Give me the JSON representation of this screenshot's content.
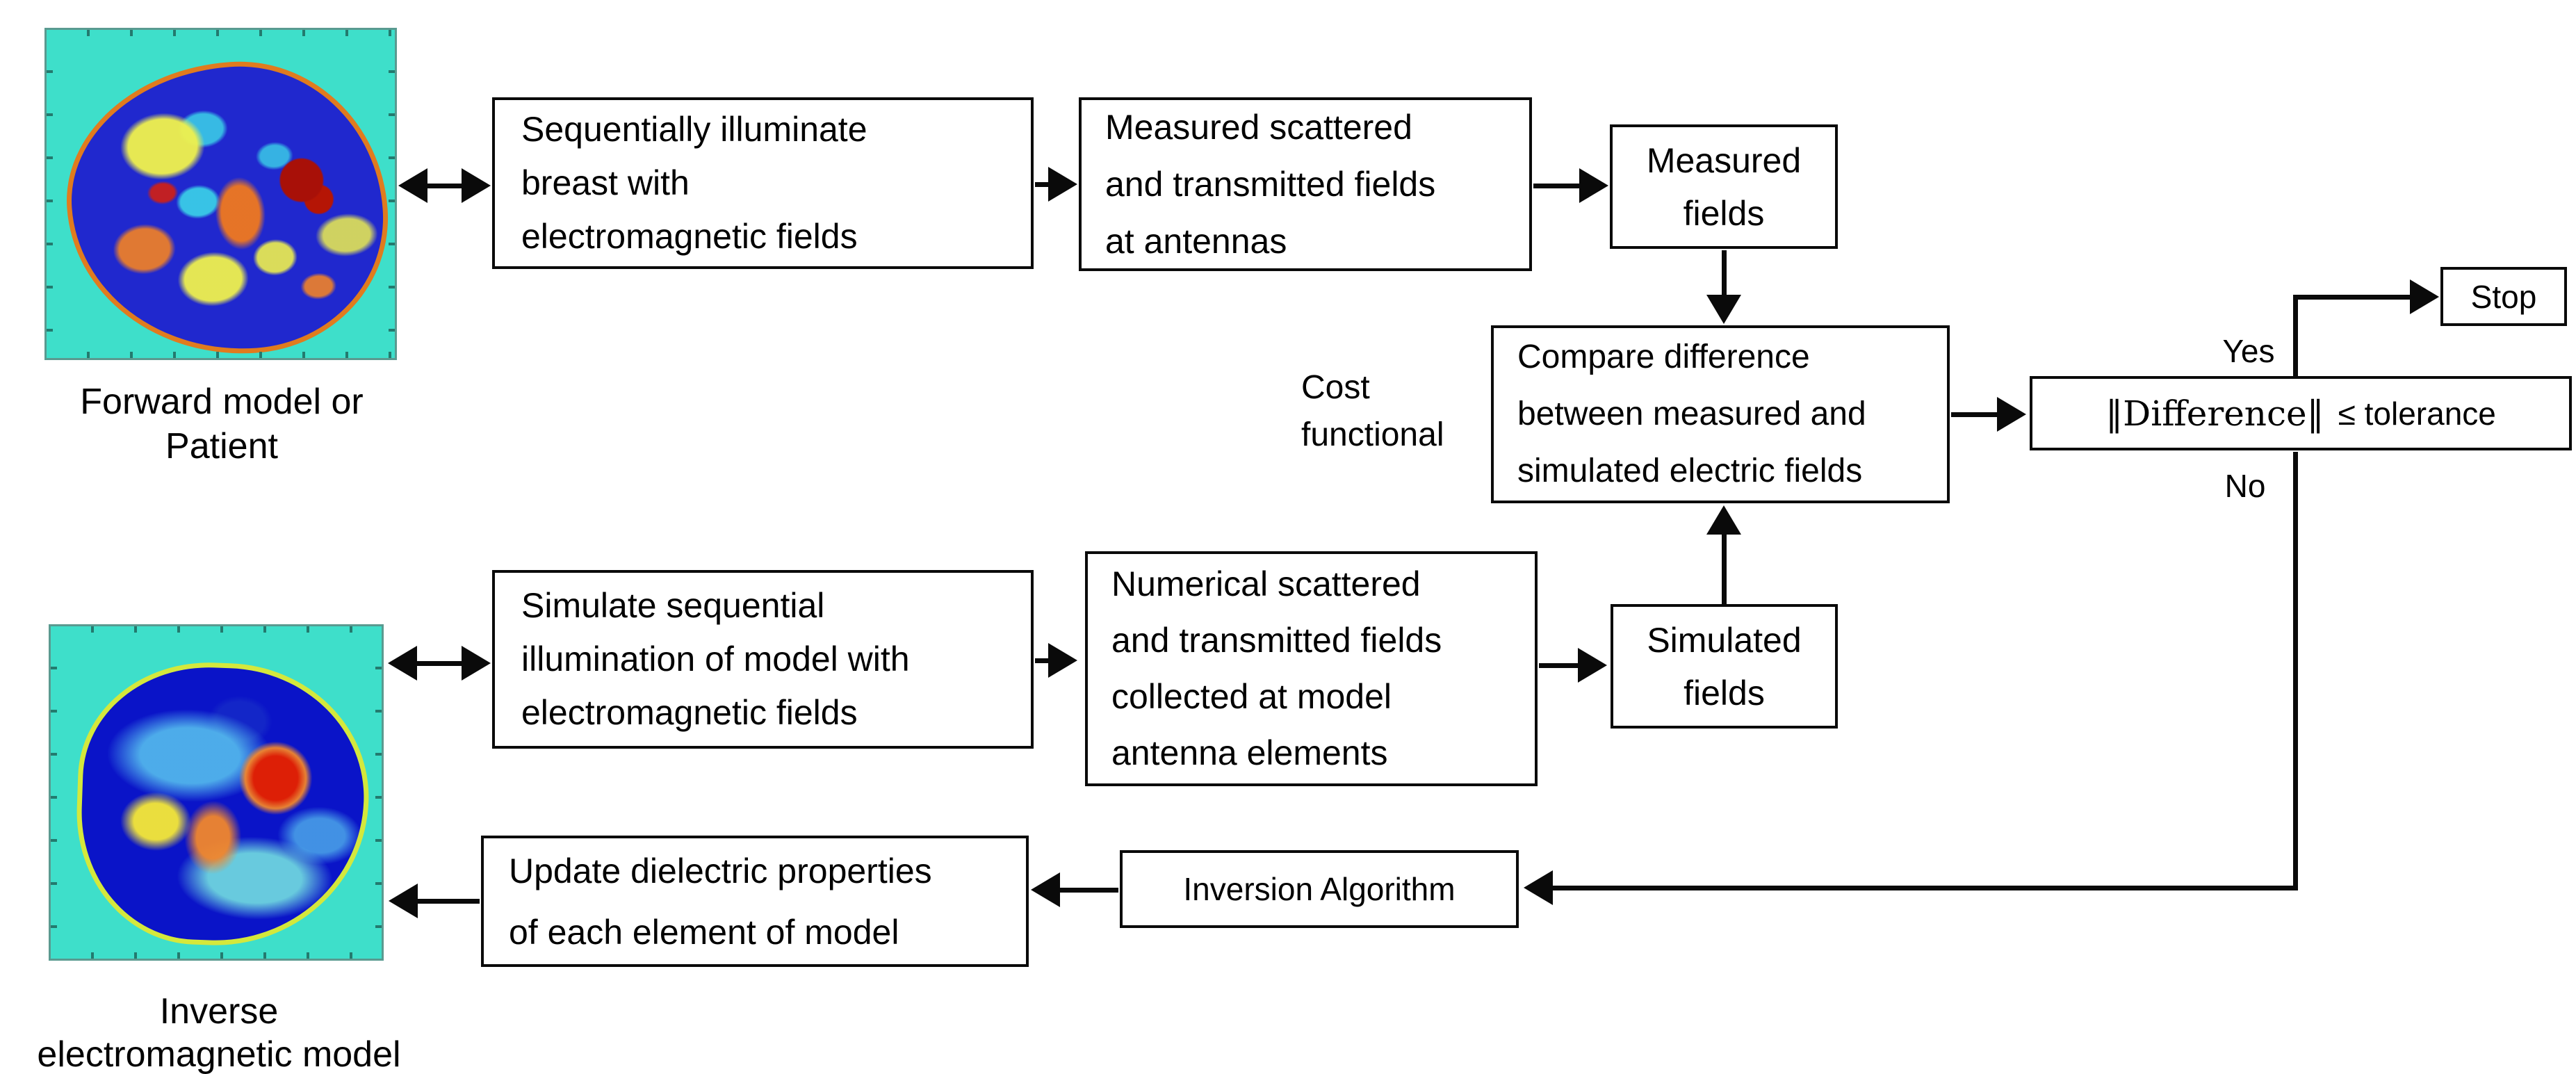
{
  "figure": {
    "forward_image": {
      "caption": [
        "Forward model or",
        "Patient"
      ]
    },
    "inverse_image": {
      "caption": [
        "Inverse",
        "electromagnetic model"
      ]
    },
    "boxes": {
      "illuminate": [
        "Sequentially illuminate",
        "breast with",
        "electromagnetic fields"
      ],
      "measured_scattered": [
        "Measured scattered",
        "and transmitted fields",
        "at antennas"
      ],
      "measured_fields": [
        "Measured",
        "fields"
      ],
      "compare": [
        "Compare difference",
        "between measured and",
        "simulated electric fields"
      ],
      "tolerance": {
        "norm": "‖Difference‖",
        "cond": "≤ tolerance"
      },
      "stop": "Stop",
      "simulate": [
        "Simulate sequential",
        "illumination of model with",
        "electromagnetic fields"
      ],
      "numerical": [
        "Numerical scattered",
        "and transmitted fields",
        "collected at model",
        "antenna elements"
      ],
      "simulated_fields": [
        "Simulated",
        "fields"
      ],
      "update": [
        "Update dielectric properties",
        "of each element of model"
      ],
      "inversion": "Inversion Algorithm"
    },
    "labels": {
      "cost": [
        "Cost",
        "functional"
      ],
      "yes": "Yes",
      "no": "No"
    },
    "colors": {
      "background": "#ffffff",
      "box_border": "#0a0a0a",
      "text": "#000000",
      "image_bg_turquoise": "#3edfca",
      "forward_blob_blue": "#2028ce",
      "forward_rim_orange": "#e07b1e",
      "tumor_dark_red": "#a81008",
      "speckle_yellow": "#eef04e",
      "speckle_orange": "#f08026",
      "speckle_cyan": "#3bd4e8",
      "inverse_blob_navy": "#0a14c8",
      "inverse_rim_yellow": "#d4e83c",
      "inverse_spot_red": "#dd1f06",
      "inverse_spot_orange": "#f2872c",
      "inverse_spot_yellow": "#efe23b",
      "inverse_light_blue": "#59c6f0"
    }
  }
}
